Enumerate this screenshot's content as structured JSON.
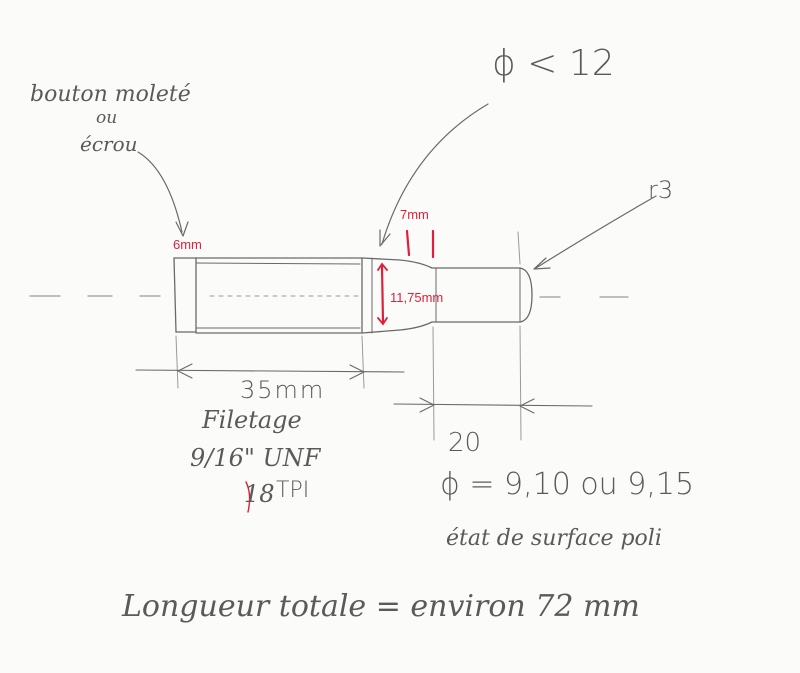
{
  "annotations": {
    "knob_line1": "bouton moleté",
    "knob_line2": "ou",
    "knob_line3": "écrou",
    "diameter_max": "ϕ < 12",
    "radius": "r3",
    "red_6mm": "6mm",
    "red_7mm": "7mm",
    "red_diameter": "11,75mm",
    "thread_length": "35mm",
    "thread_line1": "Filetage",
    "thread_line2": "9/16\" UNF",
    "thread_line3": "18",
    "thread_tpi": "TPI",
    "shank_length": "20",
    "shank_diameter": "ϕ = 9,10  ou  9,15",
    "surface": "état de surface poli",
    "total_length": "Longueur totale = environ 72 mm"
  },
  "colors": {
    "pencil": "#6a6a6a",
    "red_ink": "#e0203a",
    "paper": "#fbfbf9"
  }
}
